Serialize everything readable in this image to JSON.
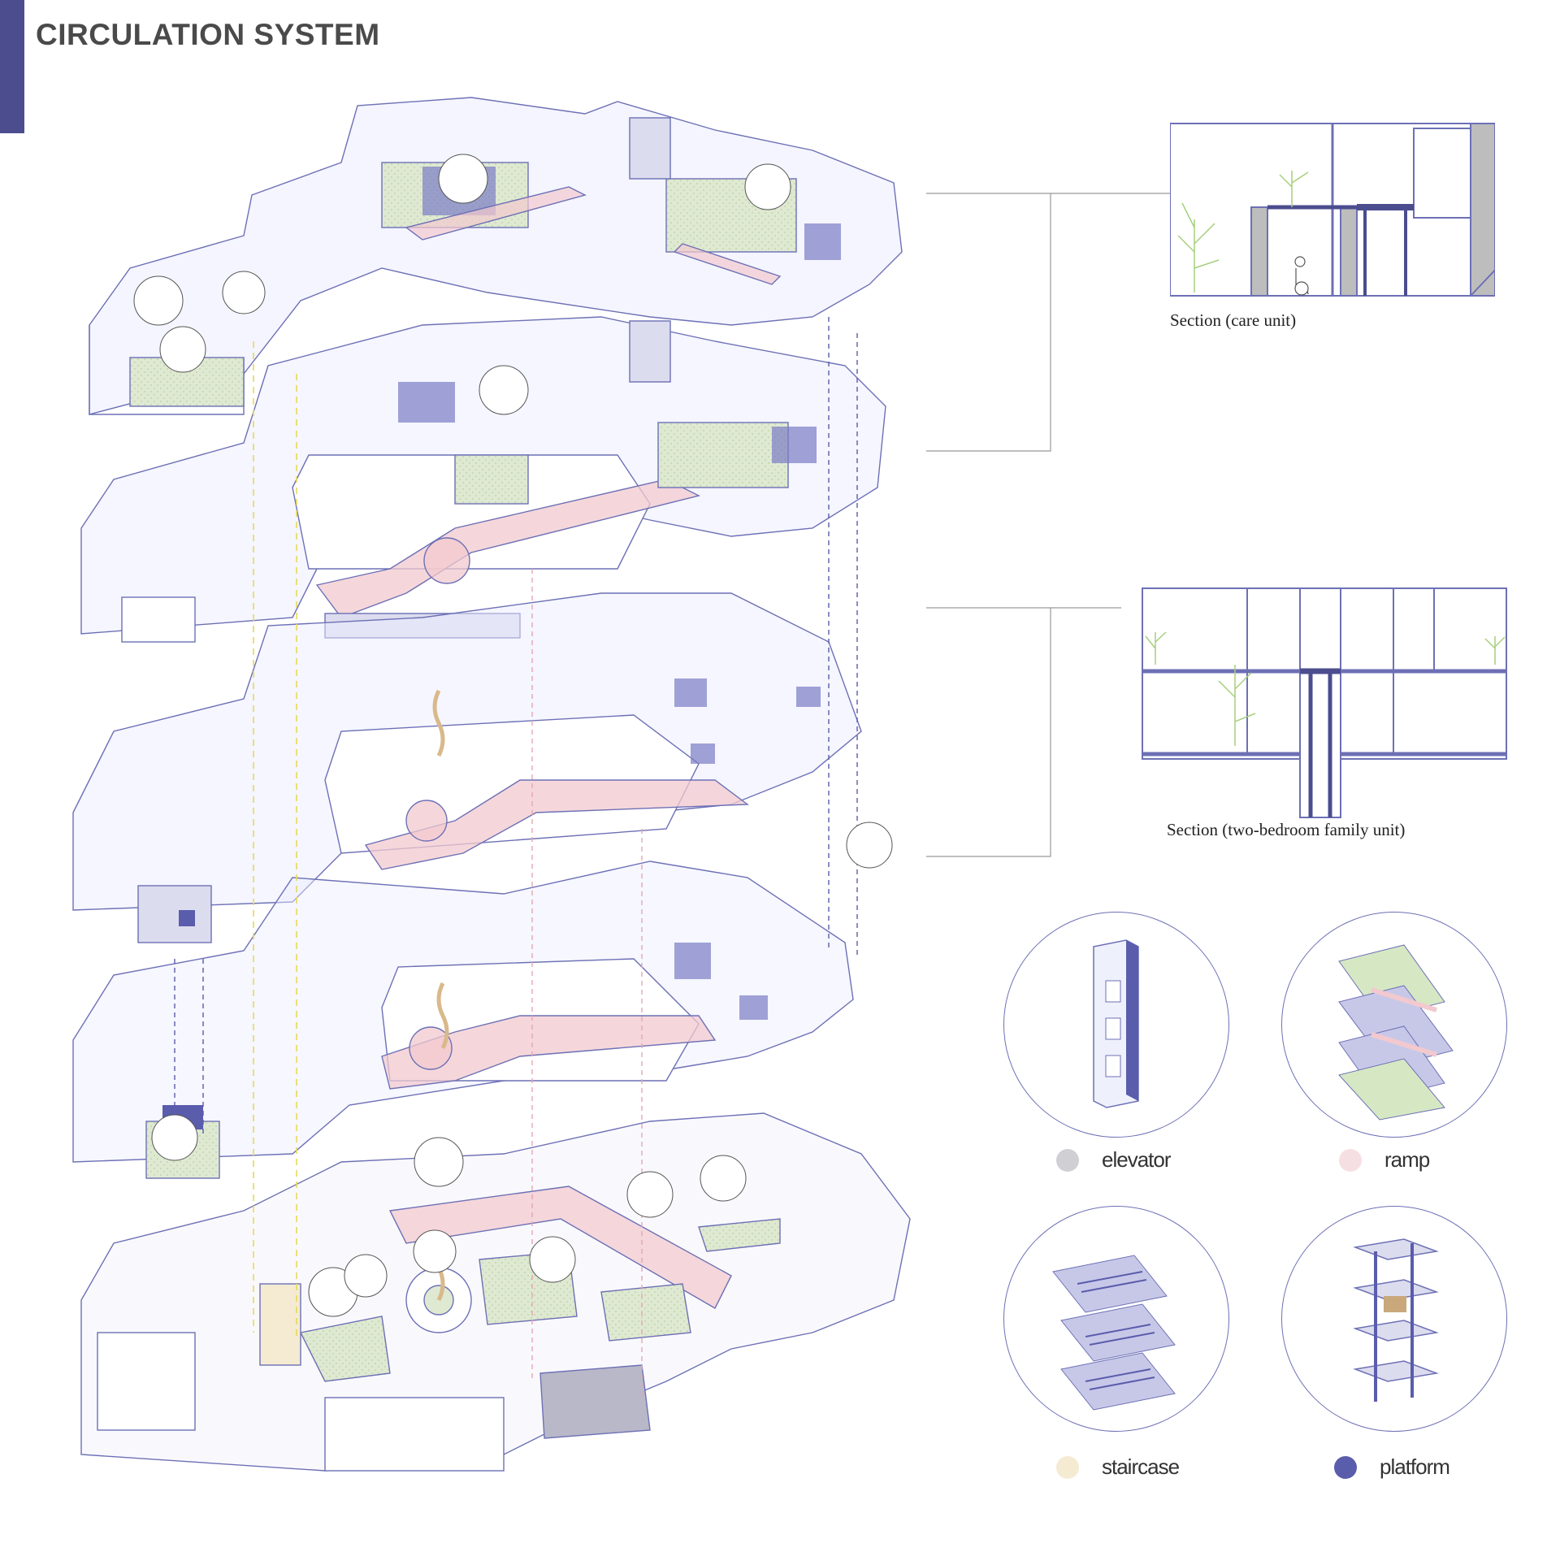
{
  "title": "CIRCULATION SYSTEM",
  "sections": [
    {
      "caption": "Section (care unit)"
    },
    {
      "caption": "Section (two-bedroom family unit)"
    }
  ],
  "legend": [
    {
      "label": "elevator",
      "color": "#cfcfd4",
      "icon": "elevator-shaft-icon"
    },
    {
      "label": "ramp",
      "color": "#f6dfe2",
      "icon": "ramp-icon"
    },
    {
      "label": "staircase",
      "color": "#f4ebd2",
      "icon": "staircase-icon"
    },
    {
      "label": "platform",
      "color": "#5a5cac",
      "icon": "platform-lift-icon"
    }
  ],
  "colors": {
    "accent": "#4b4d8f",
    "line": "#6d70b5",
    "ramp": "#f2c9cf",
    "green": "#d9e8c8",
    "blue_fill": "#7a7cc4"
  }
}
